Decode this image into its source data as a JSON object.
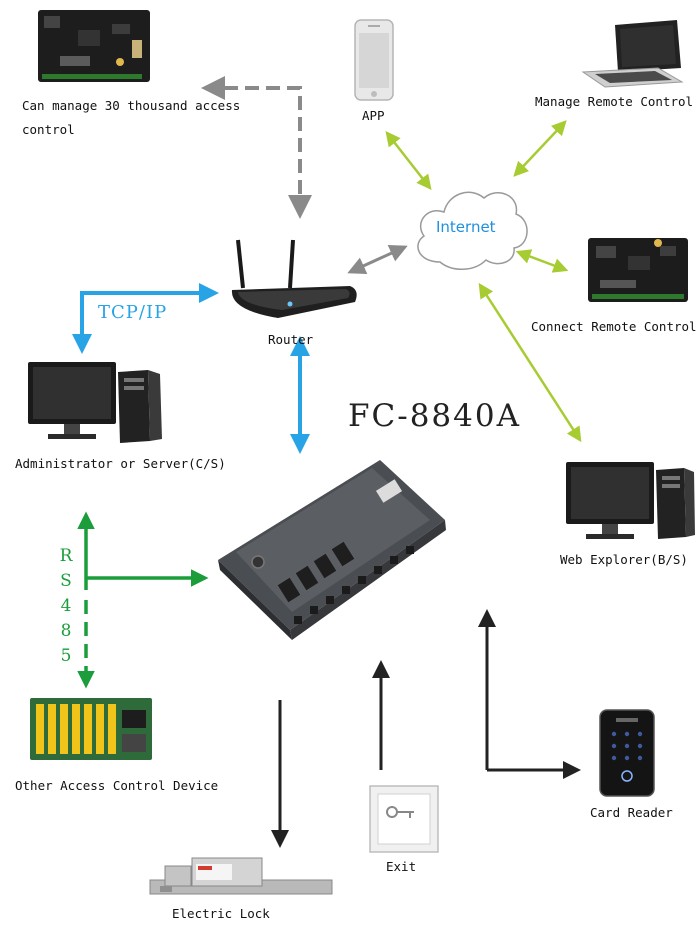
{
  "product_title": "FC-8840A",
  "network": {
    "router_label": "Router",
    "internet_label": "Internet",
    "tcp_ip_label": "TCP/IP",
    "rs485_chars": [
      "R",
      "S",
      "4",
      "8",
      "5"
    ]
  },
  "nodes": {
    "manage_30k_line1": "Can manage 30 thousand access",
    "manage_30k_line2": "control",
    "app": "APP",
    "manage_remote": "Manage Remote Control",
    "connect_remote": "Connect Remote Control",
    "admin_server": "Administrator or Server(C/S)",
    "web_explorer": "Web Explorer(B/S)",
    "other_device": "Other Access Control Device",
    "card_reader": "Card Reader",
    "exit": "Exit",
    "electric_lock": "Electric Lock"
  },
  "colors": {
    "tcp_blue": "#27a3e6",
    "rs485_green": "#1a9d3a",
    "internet_green": "#a6cc32",
    "grey_arrow": "#8a8a8a",
    "black_arrow": "#222222"
  },
  "icons": [
    "board-icon",
    "phone-icon",
    "laptop-icon",
    "cloud-icon",
    "router-icon",
    "desktop-icon",
    "controller-icon",
    "relay-board-icon",
    "card-reader-icon",
    "exit-button-icon",
    "lock-icon"
  ]
}
